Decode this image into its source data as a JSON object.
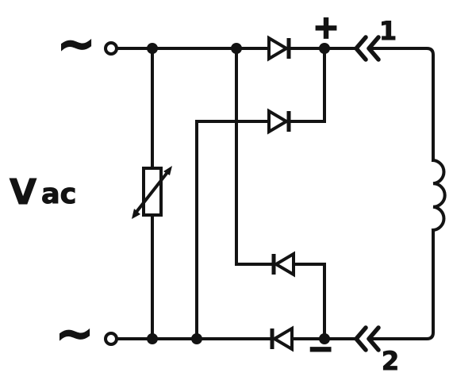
{
  "figure": {
    "kind": "circuit-diagram",
    "description": "Full-wave bridge rectifier: AC source with adjustable series resistor feeding four diodes; DC output (+/-) through plug connectors 1 and 2 into an inductive load",
    "background_color": "#ffffff",
    "ink_color": "#131313"
  },
  "labels": {
    "tilde": "~",
    "source_v": "V",
    "source_ac": "ac",
    "plus": "+",
    "minus": "−",
    "connector_1": "1",
    "connector_2": "2"
  },
  "components": [
    {
      "name": "ac-terminal-top",
      "type": "open-circle-terminal",
      "marker": "~"
    },
    {
      "name": "ac-terminal-bottom",
      "type": "open-circle-terminal",
      "marker": "~"
    },
    {
      "name": "rheostat",
      "type": "adjustable-resistor",
      "symbol": "rectangle-with-diagonal-arrow"
    },
    {
      "name": "diode-d1",
      "type": "diode",
      "row": "top",
      "points": "right"
    },
    {
      "name": "diode-d2",
      "type": "diode",
      "row": "upper-middle",
      "points": "right"
    },
    {
      "name": "diode-d3",
      "type": "diode",
      "row": "lower-middle",
      "points": "left"
    },
    {
      "name": "diode-d4",
      "type": "diode",
      "row": "bottom",
      "points": "left"
    },
    {
      "name": "connector-1",
      "type": "plug-connector",
      "label": "1",
      "polarity": "+"
    },
    {
      "name": "connector-2",
      "type": "plug-connector",
      "label": "2",
      "polarity": "−"
    },
    {
      "name": "inductor-load",
      "type": "inductor",
      "turns": 3
    }
  ]
}
